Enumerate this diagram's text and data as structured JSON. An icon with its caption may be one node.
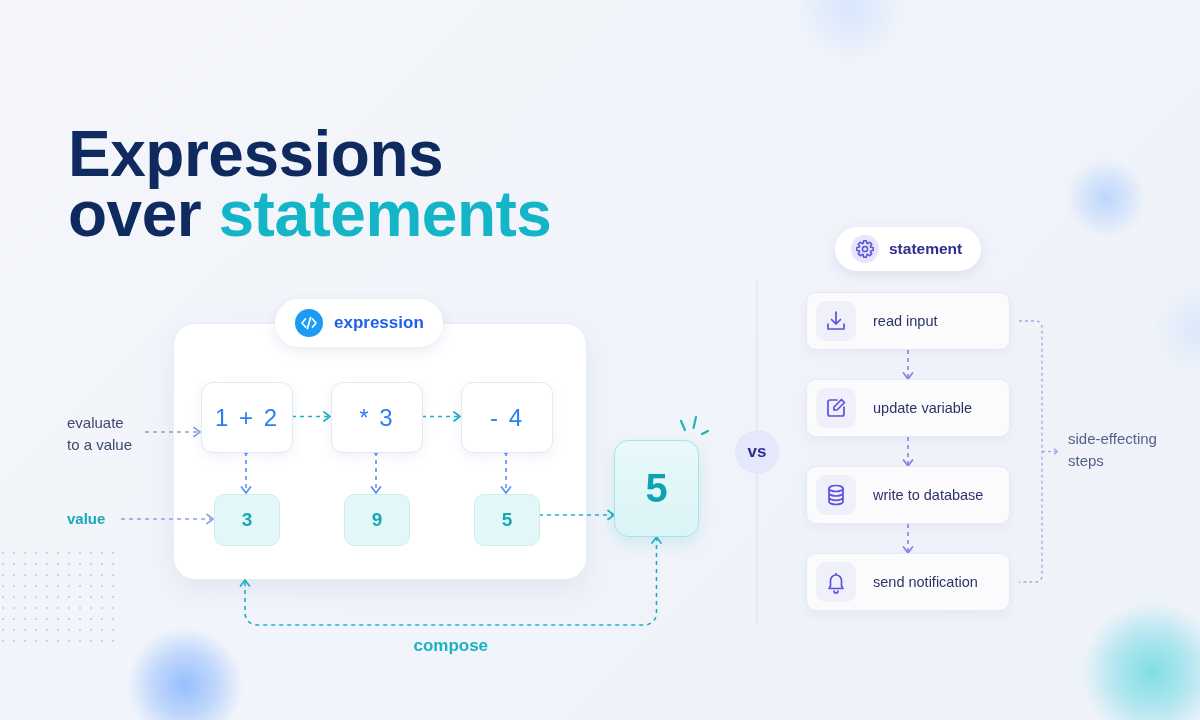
{
  "diagram": {
    "title": "Expressions over statements",
    "nodes": [
      {
        "text": [
          "expression"
        ]
      },
      {
        "text": [],
        "shape": "box"
      },
      {
        "text": [
          "1 + 2"
        ],
        "in": 1
      },
      {
        "text": [
          "* 3"
        ],
        "in": 1
      },
      {
        "text": [
          "- 4"
        ],
        "in": 1
      },
      {
        "text": [
          "3"
        ],
        "in": 1
      },
      {
        "text": [
          "9"
        ],
        "in": 1
      },
      {
        "text": [
          "5"
        ],
        "in": 1
      },
      {
        "text": [
          "5"
        ]
      },
      {
        "text": [
          "evaluate to a value"
        ]
      },
      {
        "text": [
          "value"
        ]
      },
      {
        "text": [
          "vs"
        ]
      },
      {
        "text": [
          "statement"
        ]
      },
      {
        "text": [
          "read input"
        ]
      },
      {
        "text": [
          "update variable"
        ]
      },
      {
        "text": [
          "write to database"
        ]
      },
      {
        "text": [
          "send notification"
        ]
      }
    ],
    "edges": [
      {
        "from": 9,
        "to": 2,
        "arrow": "to",
        "style": "dashed",
        "color": "#8fa3dc"
      },
      {
        "from": 10,
        "to": 5,
        "arrow": "to",
        "style": "dashed",
        "color": "#8fa3dc"
      },
      {
        "from": 2,
        "to": 3,
        "arrow": "to",
        "style": "dashed",
        "color": "#1ab3c2"
      },
      {
        "from": 3,
        "to": 4,
        "arrow": "to",
        "style": "dashed",
        "color": "#1ab3c2"
      },
      {
        "from": 2,
        "to": 5,
        "arrow": "to",
        "style": "dashed",
        "color": "#5b8ff0"
      },
      {
        "from": 3,
        "to": 6,
        "arrow": "to",
        "style": "dashed",
        "color": "#5b8ff0"
      },
      {
        "from": 4,
        "to": 7,
        "arrow": "to",
        "style": "dashed",
        "color": "#5b8ff0"
      },
      {
        "from": 7,
        "to": 8,
        "arrow": "to",
        "style": "dashed",
        "color": "#1ab3c2"
      },
      {
        "from": 8,
        "to": 1,
        "arrow": "both",
        "label": "compose",
        "style": "dashed",
        "color": "#1ab3c2"
      },
      {
        "from": 13,
        "to": 14,
        "arrow": "to",
        "style": "dashed",
        "color": "#8a80e8"
      },
      {
        "from": 14,
        "to": 15,
        "arrow": "to",
        "style": "dashed",
        "color": "#8a80e8"
      },
      {
        "from": 15,
        "to": 16,
        "arrow": "to",
        "style": "dashed",
        "color": "#8a80e8"
      }
    ],
    "labels": [
      "side-effecting steps"
    ]
  }
}
